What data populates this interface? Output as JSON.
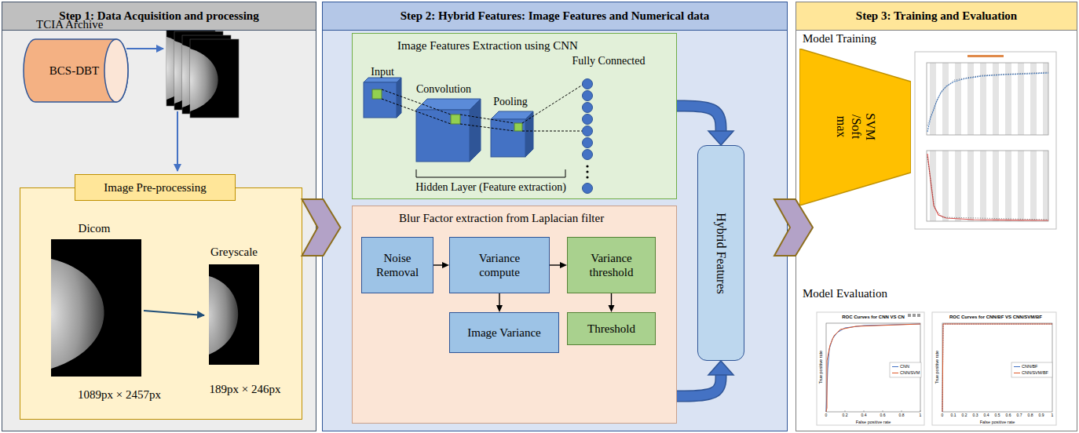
{
  "diagram": {
    "nodes": [
      {
        "text": [
          "Step 1: Data Acquisition and processing"
        ]
      },
      {
        "text": [
          "TCIA Archive",
          "BCS-DBT"
        ],
        "in": 0
      },
      {
        "text": [
          "Image Pre-processing"
        ],
        "in": 0
      },
      {
        "text": [
          "Step 2: Hybrid Features: Image Features and Numerical data"
        ]
      },
      {
        "text": [
          "Image Features Extraction using CNN"
        ],
        "in": 3
      },
      {
        "text": [
          "Blur Factor extraction from Laplacian filter"
        ],
        "in": 3
      },
      {
        "text": [
          "Noise Removal"
        ],
        "in": 5
      },
      {
        "text": [
          "Variance compute"
        ],
        "in": 5
      },
      {
        "text": [
          "Variance threshold"
        ],
        "in": 5
      },
      {
        "text": [
          "Image Variance"
        ],
        "in": 5
      },
      {
        "text": [
          "Threshold"
        ],
        "in": 5
      },
      {
        "text": [
          "Hybrid Features"
        ],
        "in": 3
      },
      {
        "text": [
          "Step 3: Training and Evaluation"
        ]
      },
      {
        "text": [
          "SVM /Soft max"
        ],
        "in": 12
      }
    ],
    "edges": [
      {
        "from": 0,
        "to": 3,
        "arrow": "to"
      },
      {
        "from": 6,
        "to": 7,
        "arrow": "to"
      },
      {
        "from": 7,
        "to": 8,
        "arrow": "to"
      },
      {
        "from": 7,
        "to": 9,
        "arrow": "to"
      },
      {
        "from": 8,
        "to": 10,
        "arrow": "to"
      },
      {
        "from": 4,
        "to": 11,
        "arrow": "to"
      },
      {
        "from": 5,
        "to": 11,
        "arrow": "to"
      },
      {
        "from": 3,
        "to": 12,
        "arrow": "to"
      }
    ],
    "labels": [
      "Dicom",
      "Greyscale",
      "1089px × 2457px",
      "189px × 246px",
      "Input",
      "Convolution",
      "Pooling",
      "Fully Connected",
      "Hidden Layer (Feature extraction)",
      "Model Training",
      "Model Evaluation",
      "ROC Curves for CNN VS CN",
      "False positive rate",
      "True positive rate",
      "0",
      "0.2",
      "0.4",
      "0.6",
      "0.8",
      "1",
      "ROC Curves for CNN/BF VS CNN/SVM/BF",
      "False positive rate",
      "True positive rate",
      "0",
      "0.1",
      "0.2",
      "0.3",
      "0.4",
      "0.5",
      "0.6",
      "0.7",
      "0.8",
      "0.9",
      "1"
    ],
    "legend": [
      {
        "text": "CNN"
      },
      {
        "text": "CNN/SVM"
      },
      {
        "text": "CNN/BF"
      },
      {
        "text": "CNN/SVM/BF"
      }
    ]
  }
}
